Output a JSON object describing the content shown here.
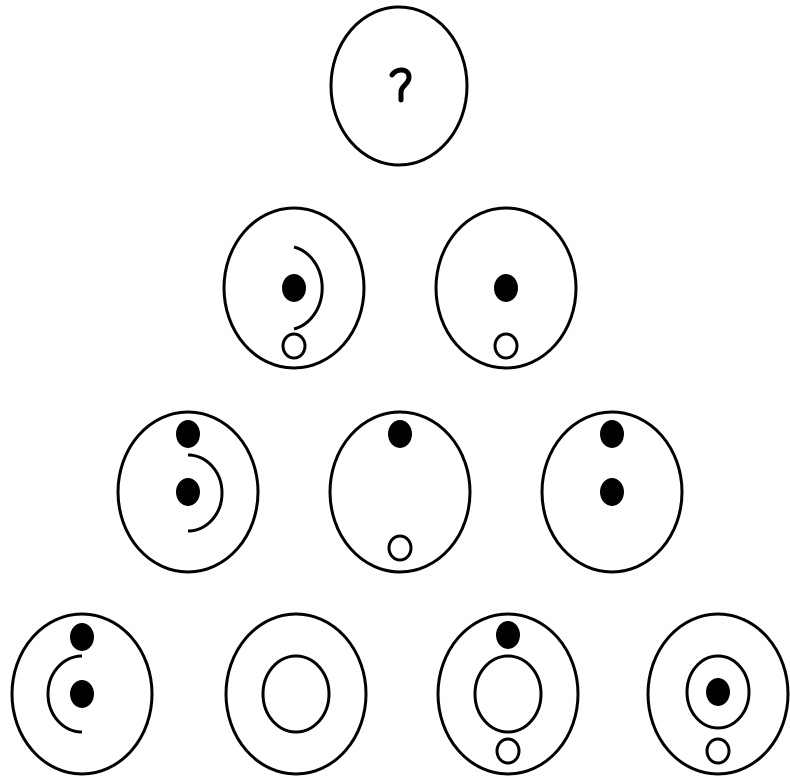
{
  "puzzle": {
    "rows": [
      {
        "cells": [
          {
            "kind": "question",
            "symbol": "?"
          }
        ]
      },
      {
        "cells": [
          {
            "kind": "shape",
            "elements": [
              "filled-dot-center",
              "right-arc",
              "hollow-dot-bottom"
            ]
          },
          {
            "kind": "shape",
            "elements": [
              "filled-dot-center",
              "hollow-dot-bottom"
            ]
          }
        ]
      },
      {
        "cells": [
          {
            "kind": "shape",
            "elements": [
              "filled-dot-top",
              "filled-dot-center",
              "right-arc"
            ]
          },
          {
            "kind": "shape",
            "elements": [
              "filled-dot-top",
              "hollow-dot-bottom"
            ]
          },
          {
            "kind": "shape",
            "elements": [
              "filled-dot-top",
              "filled-dot-center"
            ]
          }
        ]
      },
      {
        "cells": [
          {
            "kind": "shape",
            "elements": [
              "filled-dot-top",
              "filled-dot-center",
              "left-arc"
            ]
          },
          {
            "kind": "shape",
            "elements": [
              "inner-ring"
            ]
          },
          {
            "kind": "shape",
            "elements": [
              "filled-dot-top",
              "inner-ring",
              "hollow-dot-bottom"
            ]
          },
          {
            "kind": "shape",
            "elements": [
              "inner-ring",
              "filled-dot-center",
              "hollow-dot-bottom"
            ]
          }
        ]
      }
    ],
    "colors": {
      "ink": "#000000",
      "paper": "#ffffff"
    }
  }
}
